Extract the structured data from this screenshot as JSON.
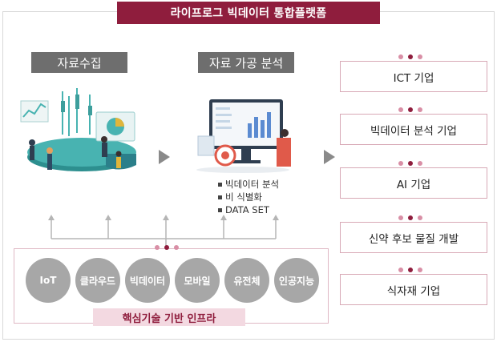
{
  "title": "라이프로그 빅데이터 통합플랫폼",
  "stages": {
    "collect": "자료수집",
    "process": "자료 가공 분석"
  },
  "process_bullets": [
    "빅데이터 분석",
    "비 식별화",
    "DATA SET"
  ],
  "outputs": [
    "ICT 기업",
    "빅데이터 분석 기업",
    "AI 기업",
    "신약 후보 물질 개발",
    "식자재 기업"
  ],
  "infra": {
    "label": "핵심기술 기반 인프라",
    "technologies": [
      "IoT",
      "클라우드",
      "빅데이터",
      "모바일",
      "유전체",
      "인공지능"
    ]
  },
  "colors": {
    "accent": "#8f1d3d",
    "accent_light": "#d98fa6",
    "header_gray": "#6e6e6e",
    "circle_gray": "#a7a7a7"
  }
}
